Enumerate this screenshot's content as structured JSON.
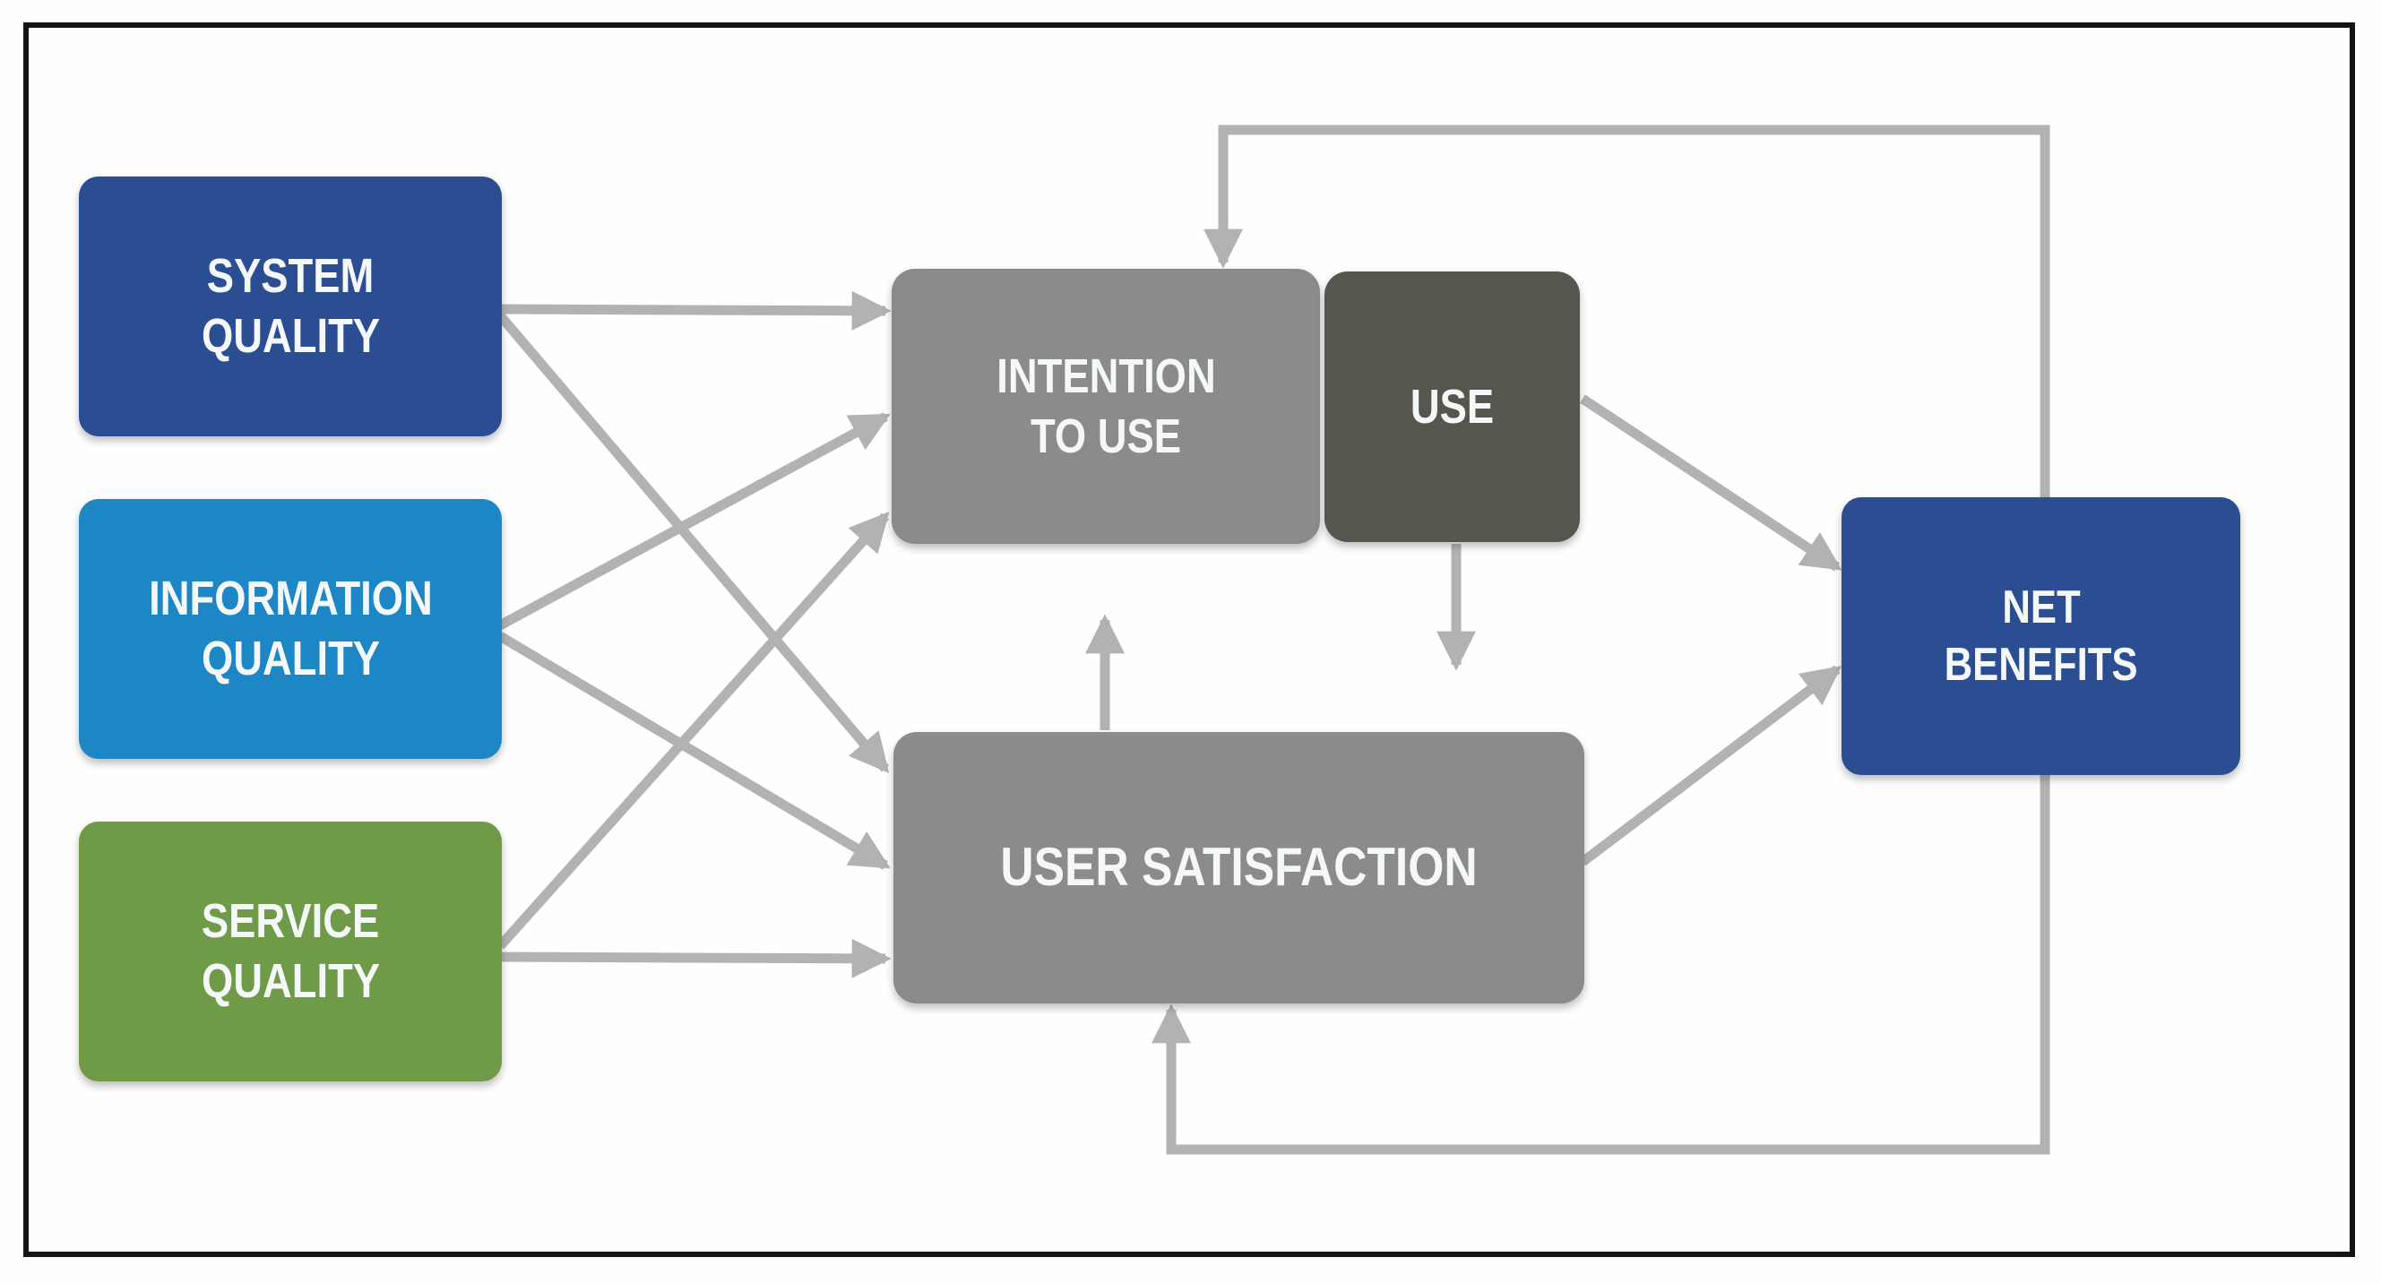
{
  "figure": {
    "description": "Information systems success model diagram",
    "background": "#fefefe",
    "border_color": "#141414"
  },
  "palette": {
    "navy": "#2b4e92",
    "blue": "#1d86c4",
    "green": "#6f9a47",
    "gray": "#8b8b8b",
    "dark_gray": "#56554e",
    "arrow_gray": "#b2b2b2",
    "label_text": "#f5f8f8"
  },
  "nodes": {
    "system_quality": {
      "lines": [
        "SYSTEM",
        "QUALITY"
      ],
      "color_key": "navy"
    },
    "information_quality": {
      "lines": [
        "INFORMATION",
        "QUALITY"
      ],
      "color_key": "blue"
    },
    "service_quality": {
      "lines": [
        "SERVICE",
        "QUALITY"
      ],
      "color_key": "green"
    },
    "intention_to_use": {
      "lines": [
        "INTENTION",
        "TO USE"
      ],
      "color_key": "gray"
    },
    "use": {
      "lines": [
        "USE"
      ],
      "color_key": "dark_gray"
    },
    "user_satisfaction": {
      "lines": [
        "USER SATISFACTION"
      ],
      "color_key": "gray"
    },
    "net_benefits": {
      "lines": [
        "NET",
        "BENEFITS"
      ],
      "color_key": "navy"
    }
  },
  "edges": [
    {
      "from": "system_quality",
      "to": "intention_to_use",
      "type": "direct"
    },
    {
      "from": "system_quality",
      "to": "user_satisfaction",
      "type": "direct"
    },
    {
      "from": "information_quality",
      "to": "intention_to_use",
      "type": "direct"
    },
    {
      "from": "information_quality",
      "to": "user_satisfaction",
      "type": "direct"
    },
    {
      "from": "service_quality",
      "to": "intention_to_use",
      "type": "direct"
    },
    {
      "from": "service_quality",
      "to": "user_satisfaction",
      "type": "direct"
    },
    {
      "from": "use",
      "to": "user_satisfaction",
      "type": "direct"
    },
    {
      "from": "user_satisfaction",
      "to": "intention_to_use",
      "type": "direct"
    },
    {
      "from": "use",
      "to": "net_benefits",
      "type": "direct"
    },
    {
      "from": "user_satisfaction",
      "to": "net_benefits",
      "type": "direct"
    },
    {
      "from": "net_benefits",
      "to": "intention_to_use",
      "type": "feedback-loop-top"
    },
    {
      "from": "net_benefits",
      "to": "user_satisfaction",
      "type": "feedback-loop-bottom"
    }
  ]
}
